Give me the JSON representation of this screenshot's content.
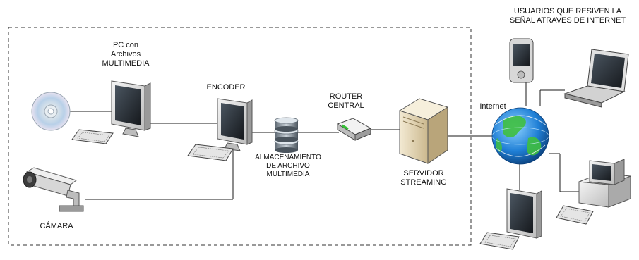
{
  "labels": {
    "users_line1": "USUARIOS QUE RESIVEN LA",
    "users_line2": "SEÑAL ATRAVES DE INTERNET",
    "pc_line1": "PC con",
    "pc_line2": "Archivos",
    "pc_line3": "MULTIMEDIA",
    "encoder": "ENCODER",
    "router_line1": "ROUTER",
    "router_line2": "CENTRAL",
    "internet": "Internet",
    "storage_line1": "ALMACENAMIENTO",
    "storage_line2": "DE ARCHIVO",
    "storage_line3": "MULTIMEDIA",
    "server_line1": "SERVIDOR",
    "server_line2": "STREAMING",
    "camera": "CÁMARA"
  },
  "colors": {
    "line": "#1a1a1a",
    "dashed_border": "#333333",
    "monitor_body": "#e6e6e6",
    "monitor_screen": "#2a2f36",
    "server_body": "#e8dcc0",
    "globe_ocean": "#1f7fd6",
    "globe_land": "#3fbf3f"
  },
  "icons": [
    "cd-disc-icon",
    "desktop-pc-icon",
    "keyboard-icon",
    "encoder-pc-icon",
    "database-icon",
    "router-icon",
    "server-tower-icon",
    "globe-icon",
    "pda-icon",
    "laptop-icon",
    "desktop-tower-icon",
    "security-camera-icon"
  ]
}
